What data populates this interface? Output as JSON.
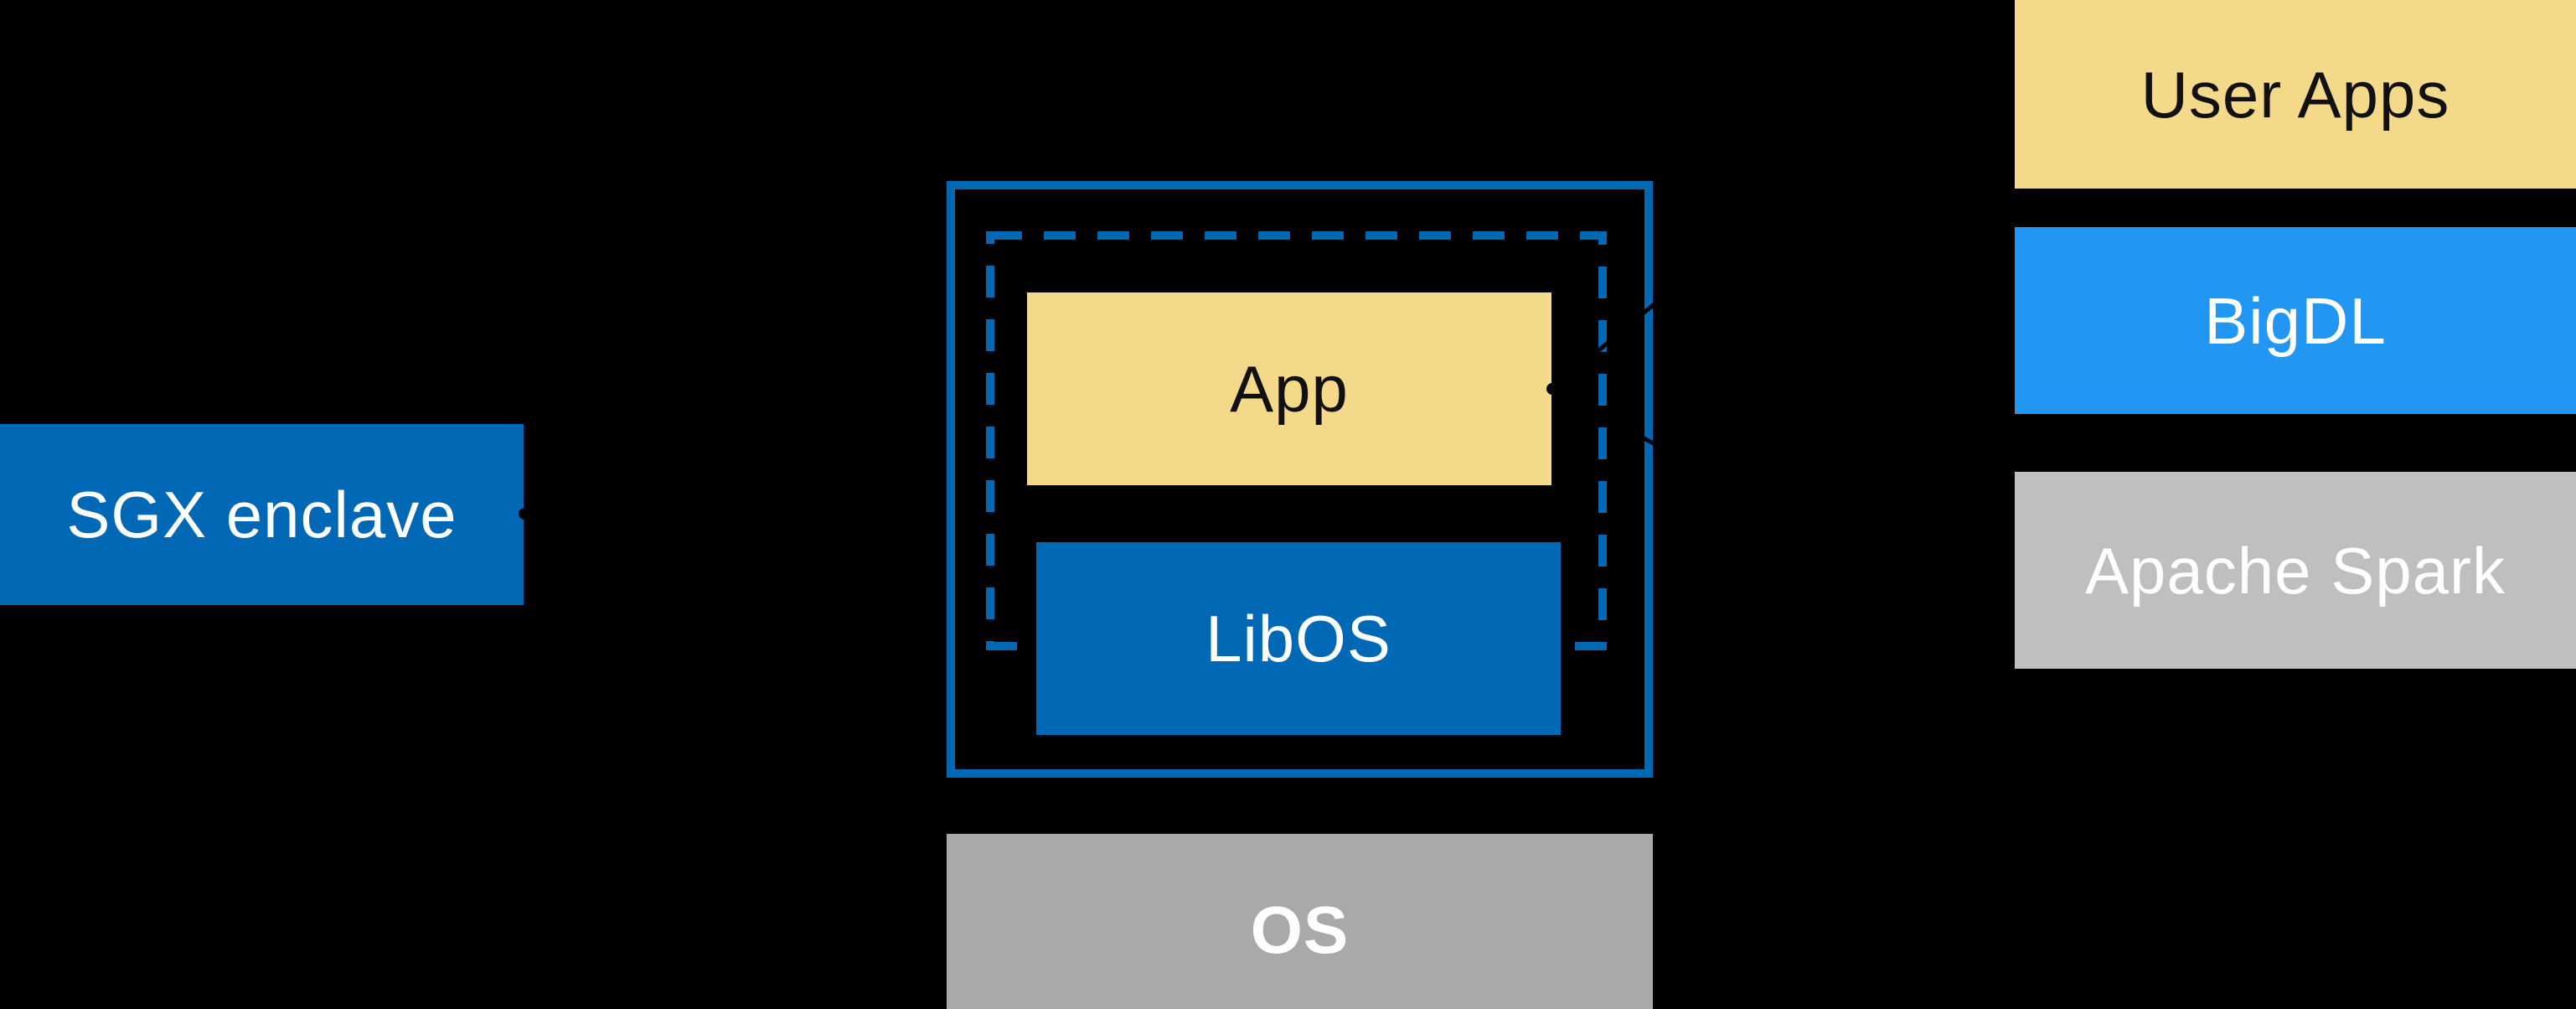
{
  "diagram": {
    "background": "#000000",
    "colors": {
      "intel_blue": "#0068B5",
      "bright_blue": "#2196F3",
      "soft_yellow": "#F5D98A",
      "gray_os": "#A9A9A9",
      "gray_spark": "#BFBFBF",
      "connector_black": "#000000",
      "text_dark": "#111111",
      "text_light": "#FFFFFF"
    },
    "sgx_label": "SGX enclave",
    "enclave_box": {
      "app_label": "App",
      "libos_label": "LibOS"
    },
    "os_label": "OS",
    "right_stack": [
      {
        "label": "User Apps"
      },
      {
        "label": "BigDL"
      },
      {
        "label": "Apache Spark"
      }
    ]
  }
}
